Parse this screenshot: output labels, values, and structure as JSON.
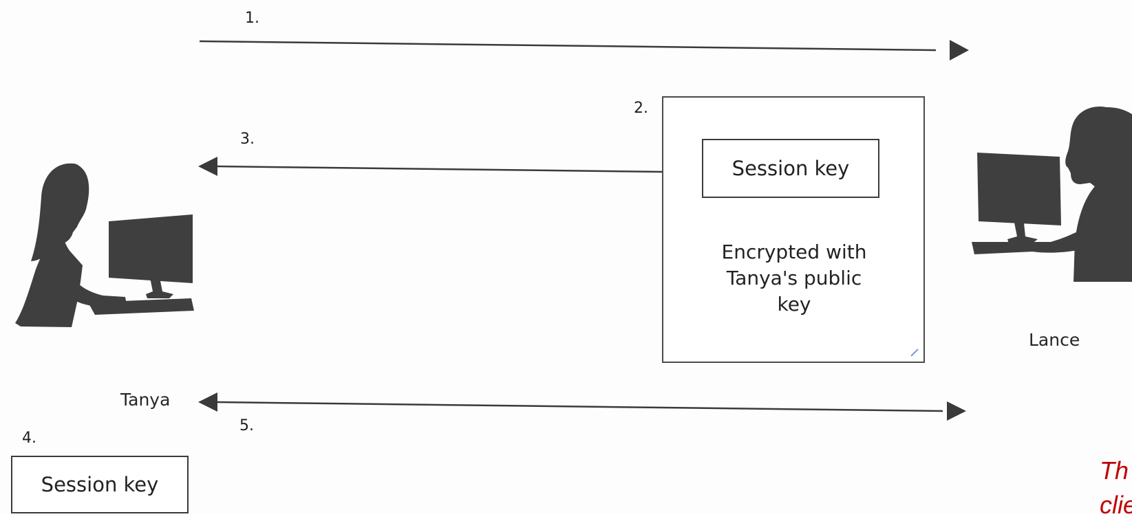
{
  "steps": {
    "s1": "1.",
    "s2": "2.",
    "s3": "3.",
    "s4": "4.",
    "s5": "5."
  },
  "people": {
    "left": "Tanya",
    "right": "Lance"
  },
  "packet": {
    "key_label": "Session key",
    "caption": "Encrypted with\nTanya's public\nkey"
  },
  "tanya_key": {
    "label": "Session key"
  },
  "note": {
    "line1": "Th",
    "line2": "clie"
  },
  "colors": {
    "ink": "#3b3b3b",
    "note_red": "#c00000"
  }
}
